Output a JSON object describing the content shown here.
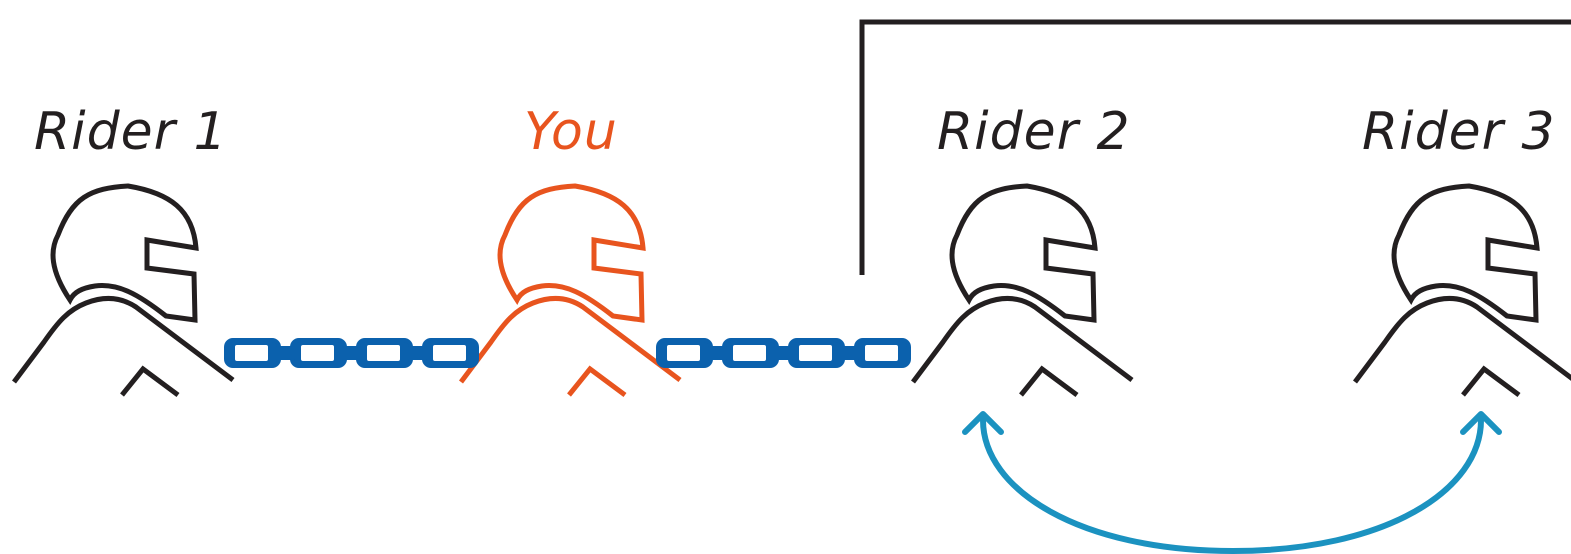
{
  "colors": {
    "rider": "#231f20",
    "you": "#e8541e",
    "chain_link": "#0b61ad",
    "arrow": "#1b92c0",
    "group_line": "#231f20",
    "background": "#ffffff"
  },
  "riders": [
    {
      "id": "rider-1",
      "label": "Rider 1",
      "highlight": false
    },
    {
      "id": "you",
      "label": "You",
      "highlight": true
    },
    {
      "id": "rider-2",
      "label": "Rider 2",
      "highlight": false
    },
    {
      "id": "rider-3",
      "label": "Rider 3",
      "highlight": false
    }
  ],
  "links": [
    {
      "from": "Rider 1",
      "to": "You",
      "type": "chain"
    },
    {
      "from": "You",
      "to": "Rider 2",
      "type": "chain"
    },
    {
      "from": "Rider 2",
      "to": "Rider 3",
      "type": "bidirectional-arrow"
    }
  ],
  "icons": {
    "rider": "rider-helmet-icon",
    "chain": "chain-link-icon",
    "arrow": "double-headed-arrow-icon"
  }
}
